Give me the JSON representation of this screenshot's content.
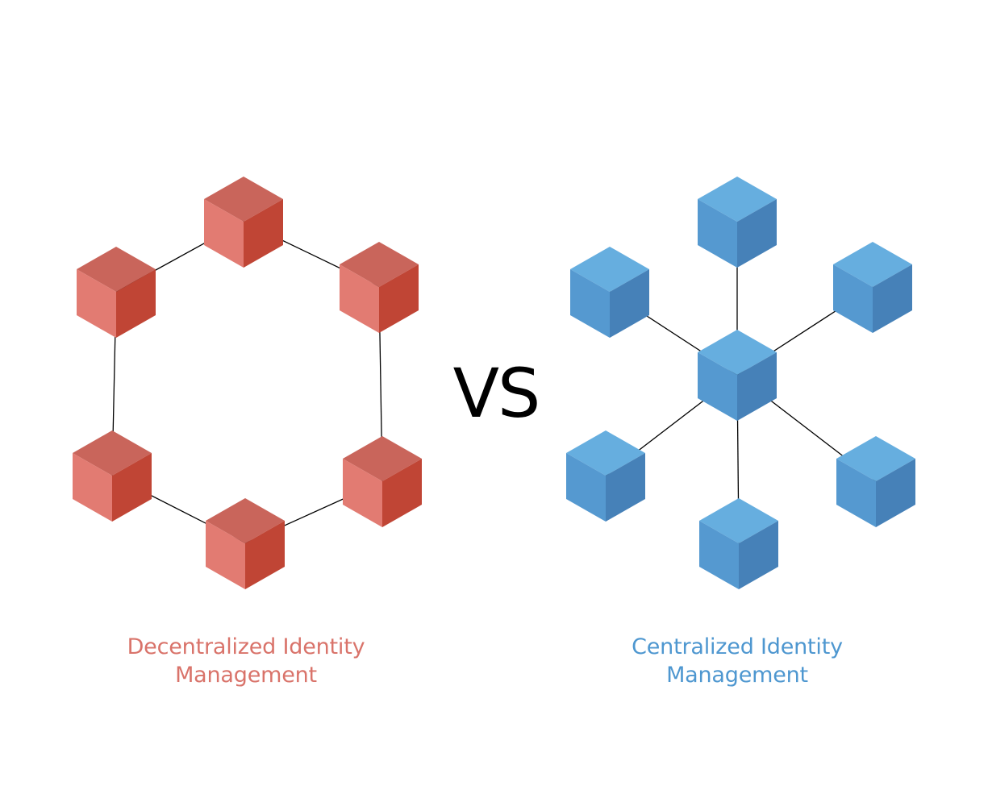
{
  "colors": {
    "red_top": "#c9655b",
    "red_left": "#e27b72",
    "red_right": "#c04535",
    "blue_top": "#66aedf",
    "blue_left": "#5599d0",
    "blue_right": "#4681b8",
    "connector": "#000000",
    "red_text": "#d9736a",
    "blue_text": "#4e97d0"
  },
  "vs_label": "VS",
  "decentralized": {
    "title_line1": "Decentralized Identity",
    "title_line2": "Management"
  },
  "centralized": {
    "title_line1": "Centralized Identity",
    "title_line2": "Management"
  }
}
